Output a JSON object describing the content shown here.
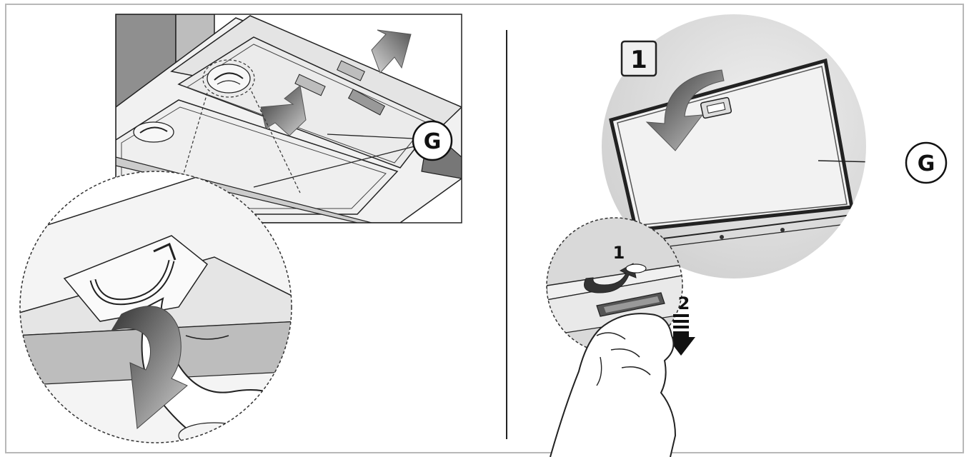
{
  "labels": {
    "part_left": "G",
    "part_right": "G",
    "step_main": "1",
    "step_rotate": "1",
    "step_pull": "2"
  },
  "colors": {
    "line": "#222222",
    "filter_fill": "#ececec",
    "circle_fill": "#dcdcdc",
    "arrow_gradient_start": "#3a3a3a",
    "arrow_gradient_end": "#d0d0d0",
    "border": "#b8b8b8"
  },
  "icons": [
    "curved-arrow-icon",
    "double-arrow-icon",
    "down-arrow-icon",
    "rotate-arrow-icon"
  ]
}
